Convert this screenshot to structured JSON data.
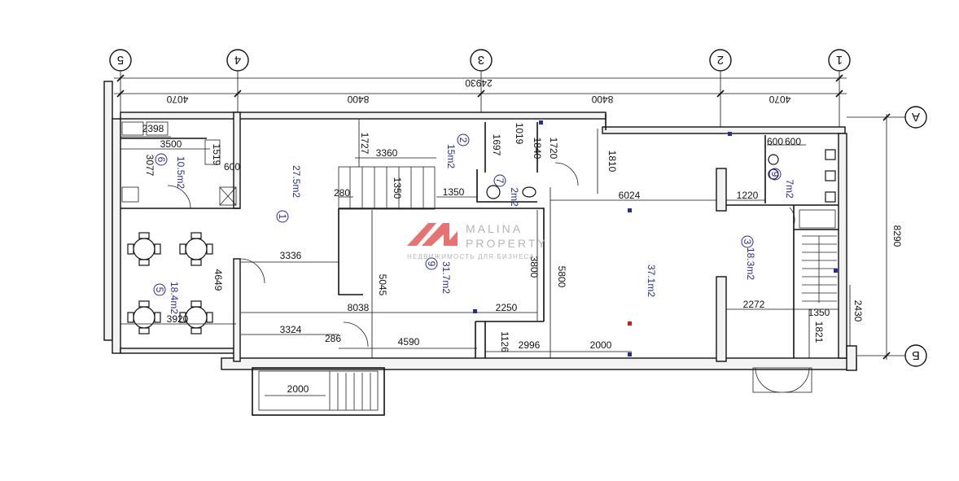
{
  "axes": [
    {
      "id": "5",
      "label": "5"
    },
    {
      "id": "4",
      "label": "4"
    },
    {
      "id": "3",
      "label": "3"
    },
    {
      "id": "2",
      "label": "2"
    },
    {
      "id": "1",
      "label": "1"
    },
    {
      "id": "A",
      "label": "A"
    },
    {
      "id": "B",
      "label": "Б"
    }
  ],
  "dimensions": {
    "total": "24930",
    "span_5_4": "4070",
    "span_4_3": "8400",
    "span_3_2": "8400",
    "span_2_1": "4070",
    "height_total": "8290",
    "d2398": "2398",
    "d3500": "3500",
    "d3077": "3077",
    "d1519": "1519",
    "d600a": "600",
    "d1727": "1727",
    "d3360": "3360",
    "d280": "280",
    "d1350a": "1350",
    "d1350b": "1350",
    "d1697": "1697",
    "d1019": "1019",
    "d1840": "1840",
    "d1720": "1720",
    "d1810": "1810",
    "d6024": "6024",
    "d1220": "1220",
    "d600b": "600",
    "d600c": "600",
    "d3336": "3336",
    "d4649": "4649",
    "d3920": "3920",
    "d8038": "8038",
    "d5045": "5045",
    "d3800": "3800",
    "d5800": "5800",
    "d2250": "2250",
    "d3324": "3324",
    "d286": "286",
    "d4590": "4590",
    "d1126": "1126",
    "d2996": "2996",
    "d2000a": "2000",
    "d2272": "2272",
    "d1350c": "1350",
    "d1821": "1821",
    "d2430": "2430",
    "d2000b": "2000"
  },
  "rooms": [
    {
      "num": "1",
      "area": "27.5m2"
    },
    {
      "num": "2",
      "area": "15m2"
    },
    {
      "num": "3",
      "area": "18.3m2"
    },
    {
      "num": "5",
      "area": "18.4m2"
    },
    {
      "num": "6",
      "area": "10.5m2"
    },
    {
      "num": "7",
      "area": "2m2"
    },
    {
      "num": "9",
      "area": "31.7m2"
    },
    {
      "num": "9",
      "area": "7m2"
    }
  ],
  "room_large_area": "37.1m2",
  "watermark": {
    "brand_line1": "MALINA",
    "brand_line2": "PROPERTY",
    "tagline": "НЕДВИЖИМОСТЬ ДЛЯ БИЗНЕСА"
  },
  "colors": {
    "room_label": "#2a2a9a",
    "watermark_logo": "#e25a5a",
    "watermark_text": "#a9a9a9",
    "marker_red": "#d11a1a",
    "marker_blue": "#2a2a9a"
  }
}
